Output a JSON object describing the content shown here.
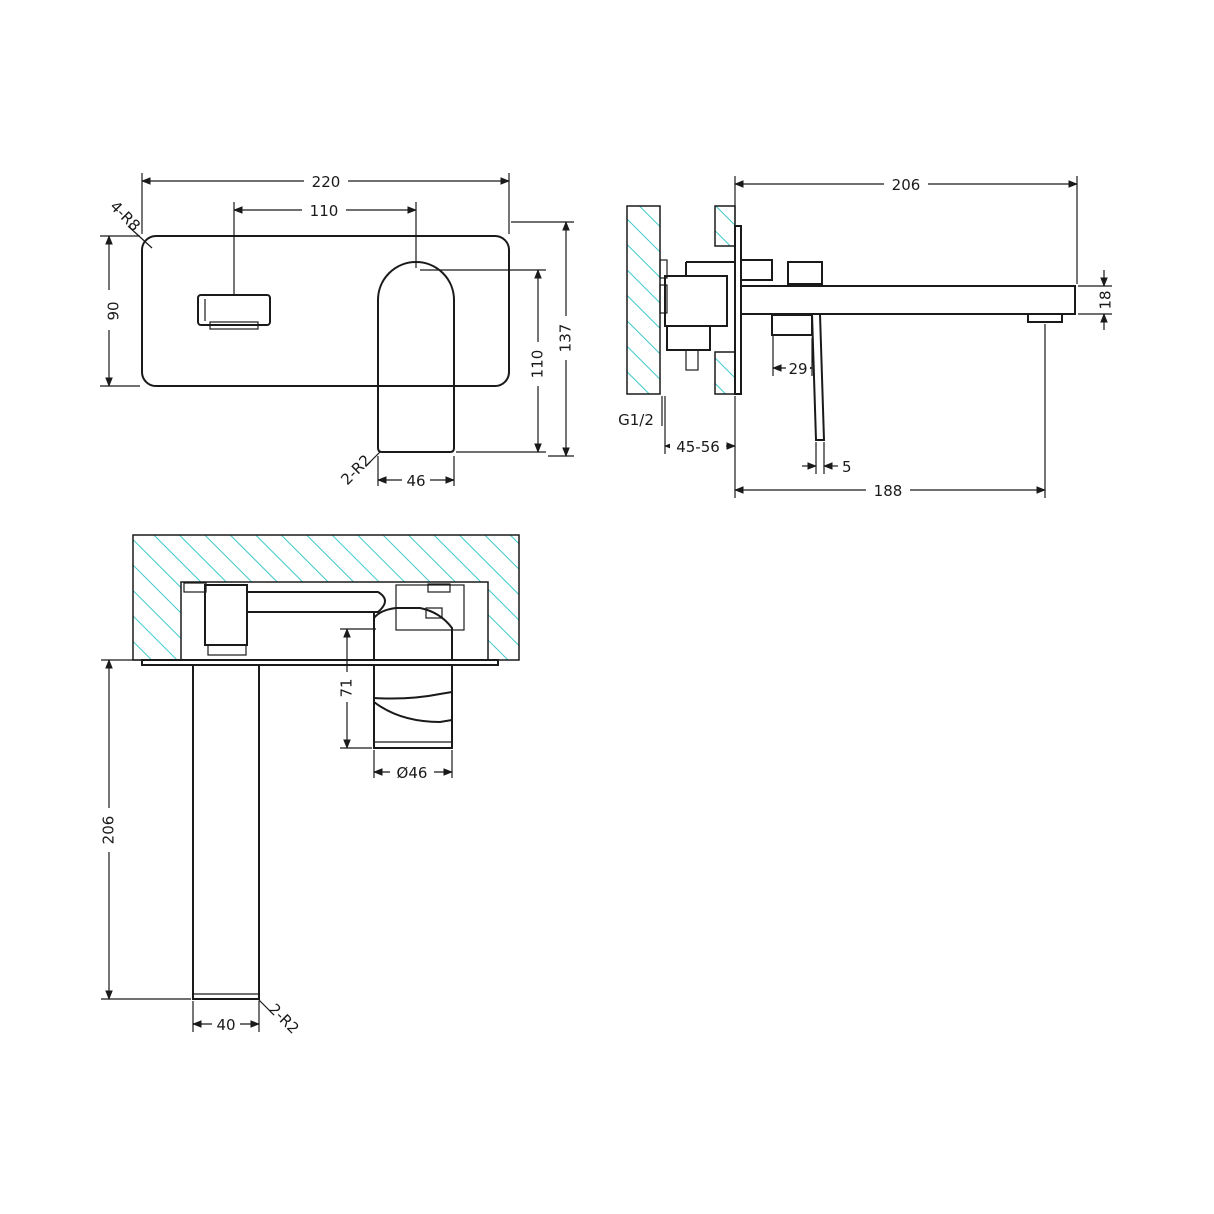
{
  "colors": {
    "line": "#1a1a1a",
    "hatch": "#3ec9c9",
    "background": "#ffffff"
  },
  "front_view": {
    "plate_width": "220",
    "handle_offset": "110",
    "corner_radius": "4-R8",
    "plate_height": "90",
    "lever_height": "110",
    "overall_height": "137",
    "lever_radius": "2-R2",
    "lever_width": "46"
  },
  "side_view": {
    "projection": "206",
    "spout_height": "18",
    "handle_depth": "29",
    "inlet": "G1/2",
    "wall_depth": "45-56",
    "handle_thickness": "5",
    "spout_reach": "188"
  },
  "top_view": {
    "lever_offset": "71",
    "lever_diameter": "Ø46",
    "spout_length": "206",
    "spout_width": "40",
    "spout_radius": "2-R2"
  }
}
